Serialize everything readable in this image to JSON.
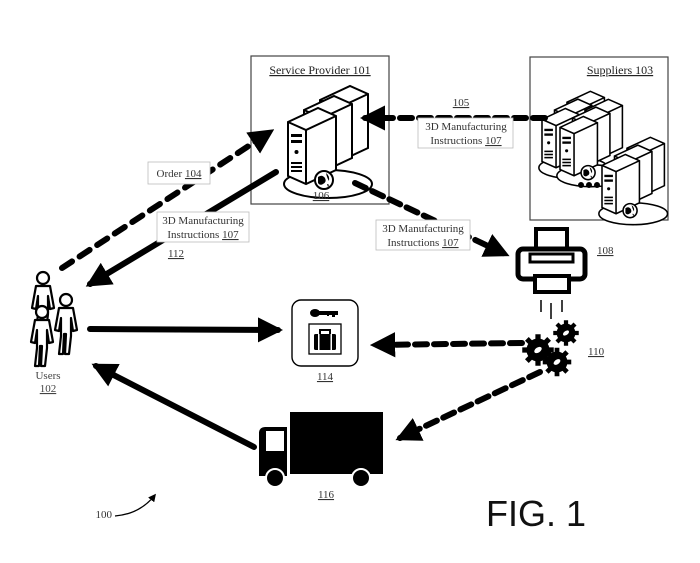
{
  "figure": {
    "title": "FIG. 1",
    "system_ref": "100"
  },
  "nodes": {
    "service_provider": {
      "label": "Service Provider 101",
      "name": "Service Provider",
      "ref": "101",
      "server_ref": "106"
    },
    "suppliers": {
      "label": "Suppliers 103",
      "name": "Suppliers",
      "ref": "103"
    },
    "users": {
      "name": "Users",
      "ref": "102"
    },
    "printer": {
      "ref": "108"
    },
    "gears": {
      "ref": "110"
    },
    "product": {
      "ref": "114"
    },
    "truck": {
      "ref": "116"
    }
  },
  "labels": {
    "order": {
      "text": "Order",
      "ref": "104"
    },
    "instr_users": {
      "line1": "3D Manufacturing",
      "line2": "Instructions",
      "ref": "107",
      "arrow_ref": "112"
    },
    "instr_suppliers": {
      "line1": "3D Manufacturing",
      "line2": "Instructions",
      "ref": "107",
      "arrow_ref": "105"
    },
    "instr_printer": {
      "line1": "3D Manufacturing",
      "line2": "Instructions",
      "ref": "107"
    }
  },
  "colors": {
    "ink": "#000000",
    "box_border": "#555555",
    "label_border": "#999999",
    "text": "#333333"
  }
}
